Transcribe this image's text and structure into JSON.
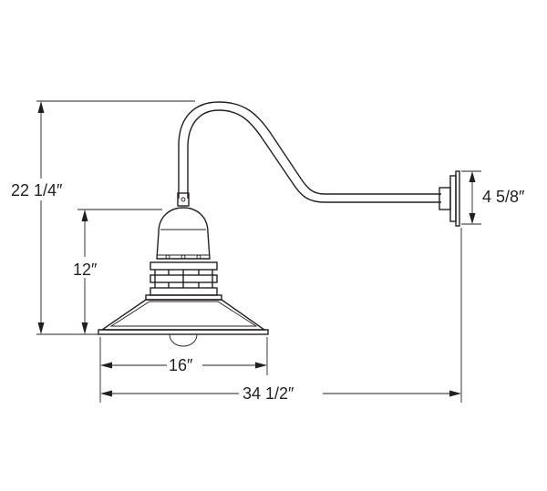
{
  "dimensions": {
    "overall_height": "22 1/4″",
    "shade_height": "12″",
    "shade_width": "16″",
    "overall_length": "34 1/2″",
    "backplate_height": "4 5/8″"
  },
  "colors": {
    "line": "#231f20",
    "background": "#ffffff"
  }
}
